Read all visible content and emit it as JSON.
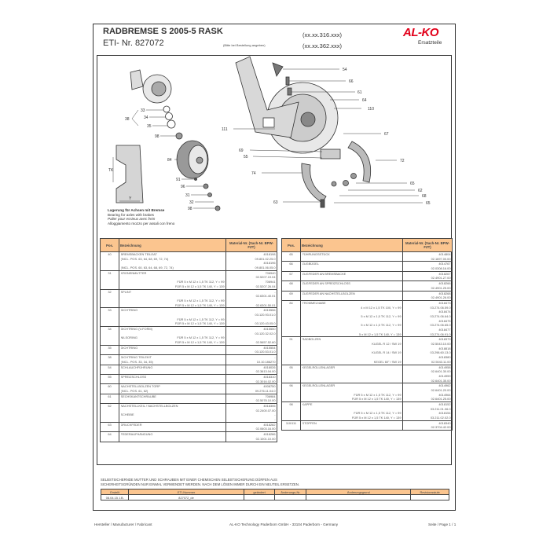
{
  "header": {
    "title": "RADBREMSE S 2005-5 RASK",
    "eti_label": "ETI- Nr.  827072",
    "note": "(Bitte bei Bestellung angeben)",
    "code1": "(xx.xx.316.xxx)",
    "code2": "(xx.xx.362.xxx)",
    "logo": "AL-KO",
    "logo_sub": "Ersatzteile"
  },
  "diagram": {
    "labels": [
      "54",
      "66",
      "61",
      "64",
      "110",
      "111",
      "67",
      "69",
      "55",
      "72",
      "74",
      "65",
      "62",
      "68",
      "65",
      "63",
      "33",
      "34",
      "35",
      "38",
      "98",
      "84",
      "91",
      "96",
      "31",
      "32",
      "98",
      "TK",
      "Y"
    ],
    "caption": [
      "Lagerung für Achsen mit Bremse",
      "Bearing for axles with brakes",
      "Palier pour essieux avec frein",
      "Alloggiamento mozzo per assali con freno"
    ]
  },
  "table_headers": {
    "pos": "Pos.",
    "desc": "Bezeichnung",
    "mat": "Material-Nr. (Sach-Nr. BPW-FZT)"
  },
  "left_rows": [
    {
      "pos": "40",
      "lines": [
        [
          "BREMSBACKEN TEILEAT",
          "",
          "4018198"
        ],
        [
          "(INCL. POS. 63, 64, 68, 69, 72, 74)",
          "",
          "09.801.02.25.0"
        ],
        [
          "",
          "",
          "4018196"
        ],
        [
          "(INCL. POS. 60, 63, 64, 68, 69, 72, 74)",
          "",
          "09.801.06.05.0"
        ]
      ]
    },
    {
      "pos": "31",
      "lines": [
        [
          "KRONENMUTTER",
          "",
          "706940"
        ],
        [
          "",
          "",
          "02.5207.19.04"
        ],
        [
          "",
          "FÜR 5 x M 12 x 1,5 TK 112, Y = 99",
          "706941"
        ],
        [
          "",
          "FÜR 5 x M 12 x 1,5 TK 140, Y = 139",
          "02.5207.26.04"
        ]
      ]
    },
    {
      "pos": "32",
      "lines": [
        [
          "SPLINT",
          "",
          "-"
        ],
        [
          "",
          "",
          "02.6301.40.01"
        ],
        [
          "",
          "FÜR 5 x M 12 x 1,5 TK 112, Y = 99",
          ""
        ],
        [
          "",
          "FÜR 5 x M 12 x 1,5 TK 140, Y = 139",
          "02.6301.50.01"
        ]
      ]
    },
    {
      "pos": "33",
      "lines": [
        [
          "DICHTRING",
          "",
          "4015556"
        ],
        [
          "",
          "",
          "03.120.93.01.0"
        ],
        [
          "",
          "FÜR 5 x M 12 x 1,5 TK 112, Y = 99",
          ""
        ],
        [
          "",
          "FÜR 5 x M 12 x 1,5 TK 140, Y = 139",
          "03.120.43.05.0"
        ]
      ]
    },
    {
      "pos": "34",
      "lines": [
        [
          "DICHTRING (V-FORM)",
          "",
          "4015550"
        ],
        [
          "",
          "",
          "03.120.32.02.0"
        ],
        [
          "NILSORING",
          "FÜR 5 x M 12 x 1,5 TK 112, Y = 99",
          ""
        ],
        [
          "",
          "FÜR 5 x M 12 x 1,5 TK 140, Y = 139",
          "02.5657.52.60"
        ]
      ]
    },
    {
      "pos": "35",
      "lines": [
        [
          "DICHTRING",
          "",
          "4015554"
        ],
        [
          "",
          "",
          "03.120.53.01.0"
        ]
      ]
    },
    {
      "pos": "38",
      "lines": [
        [
          "DICHTRING TEILEKIT",
          "",
          "-"
        ],
        [
          "(INCL. POS. 33, 34, 35)",
          "",
          "10.10.186270"
        ]
      ]
    },
    {
      "pos": "54",
      "lines": [
        [
          "SCHLAUCHFÜHRUNG",
          "",
          "4018026"
        ],
        [
          "",
          "",
          "02.3613.04.00"
        ]
      ]
    },
    {
      "pos": "55",
      "lines": [
        [
          "SPREIZSCHLOSS",
          "",
          "4018310"
        ],
        [
          "",
          "",
          "02.3016.02.00"
        ]
      ]
    },
    {
      "pos": "60",
      "lines": [
        [
          "NACHSTELLBOLZEN TGRP",
          "",
          "4008750"
        ],
        [
          "(INCL. POS. 61, 62)",
          "",
          "09.276.11.04.0"
        ]
      ]
    },
    {
      "pos": "61",
      "lines": [
        [
          "SECHSKANTSCHRAUBE",
          "",
          "706984"
        ],
        [
          "",
          "",
          "02.5078.10.00"
        ]
      ]
    },
    {
      "pos": "62",
      "lines": [
        [
          "NACHSTELLKEIL / NACHSTELLBOLZEN",
          "",
          "4018306"
        ],
        [
          "",
          "",
          "02.2400.07.00"
        ],
        [
          "SCHEIBE",
          "",
          "-"
        ],
        [
          "",
          "",
          "-"
        ]
      ]
    },
    {
      "pos": "63",
      "lines": [
        [
          "DRUCKFEDER",
          "",
          "4018282"
        ],
        [
          "",
          "",
          "02.0603.16.00"
        ]
      ]
    },
    {
      "pos": "64",
      "lines": [
        [
          "FEDERAUFHÄNGUNG",
          "",
          "4018286"
        ],
        [
          "",
          "",
          "02.1001.10.00"
        ]
      ]
    }
  ],
  "right_rows": [
    {
      "pos": "65",
      "lines": [
        [
          "FÜHRUNGSSTÜCK",
          "",
          "4014804"
        ],
        [
          "",
          "",
          "02.1697.00.00"
        ]
      ]
    },
    {
      "pos": "66",
      "lines": [
        [
          "ZUGBÜGEL",
          "",
          "4014767"
        ],
        [
          "",
          "",
          "02.0308.16.00"
        ]
      ]
    },
    {
      "pos": "67",
      "lines": [
        [
          "ZUGFEDER AN BREMSBACKE",
          "",
          "4018267"
        ],
        [
          "",
          "",
          "02.4901.27.00"
        ]
      ]
    },
    {
      "pos": "68",
      "lines": [
        [
          "ZUGFEDER AN SPREIZSCHLOSS",
          "",
          "4018266"
        ],
        [
          "",
          "",
          "02.4901.25.00"
        ]
      ]
    },
    {
      "pos": "69",
      "lines": [
        [
          "ZUGFEDER AN NACHSTELLBOLZEN",
          "",
          "4018268"
        ],
        [
          "",
          "",
          "02.4901.26.00"
        ]
      ]
    },
    {
      "pos": "84",
      "lines": [
        [
          "TROMMELNABE",
          "",
          "4018473"
        ],
        [
          "",
          "4 x M 12 x 1,5 TK 100, Y = 99",
          "03.274.06.59.0"
        ],
        [
          "",
          "",
          "4018474"
        ],
        [
          "",
          "5 x M 12 x 1,5 TK 112, Y = 99",
          "03.274.06.64.0"
        ],
        [
          "",
          "",
          "4018475"
        ],
        [
          "",
          "5 x M 12 x 1,5 TK 112, Y = 99",
          "03.274.06.65.0"
        ],
        [
          "",
          "",
          "4018477"
        ],
        [
          "",
          "5 x M 12 x 1,5 TK 140, Y = 139",
          "03.274.06.91.0"
        ]
      ]
    },
    {
      "pos": "91",
      "lines": [
        [
          "RADBOLZEN",
          "",
          "4018379"
        ],
        [
          "",
          "KUGEL R 12 / SW 19",
          "02.5043.10.00"
        ],
        [
          "",
          "",
          "4018818"
        ],
        [
          "",
          "KUGEL R 14 / SW 19",
          "03.298.60.13.0"
        ],
        [
          "",
          "",
          "4018380"
        ],
        [
          "",
          "KEGEL 60° / SW 19",
          "02.5043.11.00"
        ]
      ]
    },
    {
      "pos": "95",
      "lines": [
        [
          "KEGELROLLENLAGER",
          "",
          "4014958"
        ],
        [
          "",
          "",
          "02.6401.30.00"
        ],
        [
          "",
          "",
          "4014959"
        ],
        [
          "",
          "",
          "02.6401.35.00"
        ]
      ]
    },
    {
      "pos": "96",
      "lines": [
        [
          "KEGELROLLENLAGER",
          "",
          "4014962"
        ],
        [
          "",
          "",
          "02.6401.20.00"
        ],
        [
          "",
          "FÜR 5 x M 12 x 1,5 TK 112, Y = 99",
          "4014964"
        ],
        [
          "",
          "FÜR 5 x M 12 x 1,5 TK 140, Y = 139",
          "02.6401.25.00"
        ]
      ]
    },
    {
      "pos": "98",
      "lines": [
        [
          "KAPPE",
          "",
          "4018152"
        ],
        [
          "",
          "",
          "03.211.01.06.0"
        ],
        [
          "",
          "FÜR 5 x M 12 x 1,5 TK 112, Y = 99",
          "4018154"
        ],
        [
          "",
          "FÜR 5 x M 12 x 1,5 TK 140, Y = 139",
          "03.211.02.02.0"
        ]
      ]
    },
    {
      "pos": "110/111",
      "lines": [
        [
          "STOPFEN",
          "",
          "4018340"
        ],
        [
          "",
          "",
          "02.3704.42.00"
        ]
      ]
    }
  ],
  "hint": [
    "SELBSTSICHERNDE MUTTER UND SCHRAUBEN MIT EINER CHEMISCHEN SELBSTSICHERUNG DÜRFEN AUS",
    "SICHERHEITSGRÜNDEN NUR EINMAL VERWENDET WERDEN. NACH DEM LÖSEN IMMER DURCH EIN NEUTEIL ERSETZEN."
  ],
  "change_table": {
    "headers": [
      "Erstellt",
      "ETI-Nummer",
      "geändert",
      "Änderungs-Nr.",
      "Änderungsgrund",
      "Revisionsstufe"
    ],
    "values": [
      "08.04.15 J.B.",
      "827072_de",
      "",
      "",
      "",
      ""
    ]
  },
  "footer": {
    "left": "Hersteller / Manufacturer / Fabricant",
    "center": "AL-KO Technology Paderborn GmbH - 33104 Paderborn - Germany",
    "right": "Seite / Page  1 / 1"
  },
  "colors": {
    "accent": "#fbc58f",
    "logo": "#e2001a"
  }
}
